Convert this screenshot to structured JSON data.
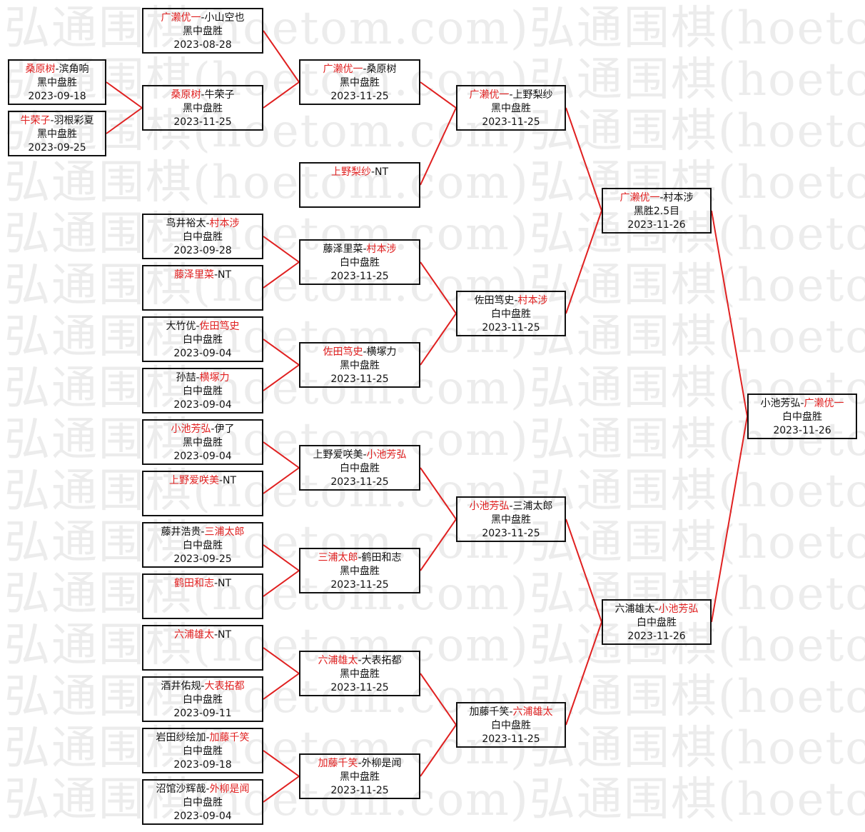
{
  "watermark": "弘通围棋(hoetom.com)弘通围棋(hoetom.com)",
  "colors": {
    "winner": "#e02020",
    "text": "#111111",
    "line": "#e02020",
    "border": "#111111"
  },
  "matches": [
    {
      "id": "r0-1",
      "p1": "桑原树",
      "p2": "滨角响",
      "win": 1,
      "result": "黑中盘胜",
      "date": "2023-09-18"
    },
    {
      "id": "r0-2",
      "p1": "牛荣子",
      "p2": "羽根彩夏",
      "win": 1,
      "result": "黑中盘胜",
      "date": "2023-09-25"
    },
    {
      "id": "r1-1",
      "p1": "广濑优一",
      "p2": "小山空也",
      "win": 1,
      "result": "黑中盘胜",
      "date": "2023-08-28"
    },
    {
      "id": "r1-2",
      "p1": "桑原树",
      "p2": "牛荣子",
      "win": 1,
      "result": "黑中盘胜",
      "date": "2023-11-25"
    },
    {
      "id": "r1-3",
      "p1": "鸟井裕太",
      "p2": "村本涉",
      "win": 2,
      "result": "白中盘胜",
      "date": "2023-09-28"
    },
    {
      "id": "r1-4",
      "p1": "藤泽里菜",
      "p2": "NT",
      "win": 1,
      "result": "",
      "date": ""
    },
    {
      "id": "r1-5",
      "p1": "大竹优",
      "p2": "佐田笃史",
      "win": 2,
      "result": "白中盘胜",
      "date": "2023-09-04"
    },
    {
      "id": "r1-6",
      "p1": "孙喆",
      "p2": "横塚力",
      "win": 2,
      "result": "白中盘胜",
      "date": "2023-09-04"
    },
    {
      "id": "r1-7",
      "p1": "小池芳弘",
      "p2": "伊了",
      "win": 1,
      "result": "黑中盘胜",
      "date": "2023-09-04"
    },
    {
      "id": "r1-8",
      "p1": "上野爱咲美",
      "p2": "NT",
      "win": 1,
      "result": "",
      "date": ""
    },
    {
      "id": "r1-9",
      "p1": "藤井浩贵",
      "p2": "三浦太郎",
      "win": 2,
      "result": "白中盘胜",
      "date": "2023-09-25"
    },
    {
      "id": "r1-10",
      "p1": "鹤田和志",
      "p2": "NT",
      "win": 1,
      "result": "",
      "date": ""
    },
    {
      "id": "r1-11",
      "p1": "六浦雄太",
      "p2": "NT",
      "win": 1,
      "result": "",
      "date": ""
    },
    {
      "id": "r1-12",
      "p1": "酒井佑规",
      "p2": "大表拓都",
      "win": 2,
      "result": "白中盘胜",
      "date": "2023-09-11"
    },
    {
      "id": "r1-13",
      "p1": "岩田纱绘加",
      "p2": "加藤千笑",
      "win": 2,
      "result": "白中盘胜",
      "date": "2023-09-18"
    },
    {
      "id": "r1-14",
      "p1": "沼馆沙辉哉",
      "p2": "外柳是闻",
      "win": 2,
      "result": "白中盘胜",
      "date": "2023-09-04"
    },
    {
      "id": "r2-1",
      "p1": "广濑优一",
      "p2": "桑原树",
      "win": 1,
      "result": "黑中盘胜",
      "date": "2023-11-25"
    },
    {
      "id": "r2-2",
      "p1": "上野梨纱",
      "p2": "NT",
      "win": 1,
      "result": "",
      "date": ""
    },
    {
      "id": "r2-3",
      "p1": "藤泽里菜",
      "p2": "村本涉",
      "win": 2,
      "result": "白中盘胜",
      "date": "2023-11-25"
    },
    {
      "id": "r2-4",
      "p1": "佐田笃史",
      "p2": "横塚力",
      "win": 1,
      "result": "黑中盘胜",
      "date": "2023-11-25"
    },
    {
      "id": "r2-5",
      "p1": "上野爱咲美",
      "p2": "小池芳弘",
      "win": 2,
      "result": "白中盘胜",
      "date": "2023-11-25"
    },
    {
      "id": "r2-6",
      "p1": "三浦太郎",
      "p2": "鹤田和志",
      "win": 1,
      "result": "黑中盘胜",
      "date": "2023-11-25"
    },
    {
      "id": "r2-7",
      "p1": "六浦雄太",
      "p2": "大表拓都",
      "win": 1,
      "result": "黑中盘胜",
      "date": "2023-11-25"
    },
    {
      "id": "r2-8",
      "p1": "加藤千笑",
      "p2": "外柳是闻",
      "win": 1,
      "result": "黑中盘胜",
      "date": "2023-11-25"
    },
    {
      "id": "r3-1",
      "p1": "广濑优一",
      "p2": "上野梨纱",
      "win": 1,
      "result": "黑中盘胜",
      "date": "2023-11-25"
    },
    {
      "id": "r3-2",
      "p1": "佐田笃史",
      "p2": "村本涉",
      "win": 2,
      "result": "白中盘胜",
      "date": "2023-11-25"
    },
    {
      "id": "r3-3",
      "p1": "小池芳弘",
      "p2": "三浦太郎",
      "win": 1,
      "result": "黑中盘胜",
      "date": "2023-11-25"
    },
    {
      "id": "r3-4",
      "p1": "加藤千笑",
      "p2": "六浦雄太",
      "win": 2,
      "result": "白中盘胜",
      "date": "2023-11-25"
    },
    {
      "id": "r4-1",
      "p1": "广濑优一",
      "p2": "村本涉",
      "win": 1,
      "result": "黑胜2.5目",
      "date": "2023-11-26"
    },
    {
      "id": "r4-2",
      "p1": "六浦雄太",
      "p2": "小池芳弘",
      "win": 2,
      "result": "白中盘胜",
      "date": "2023-11-26"
    },
    {
      "id": "final",
      "p1": "小池芳弘",
      "p2": "广濑优一",
      "win": 2,
      "result": "白中盘胜",
      "date": "2023-11-26"
    }
  ]
}
